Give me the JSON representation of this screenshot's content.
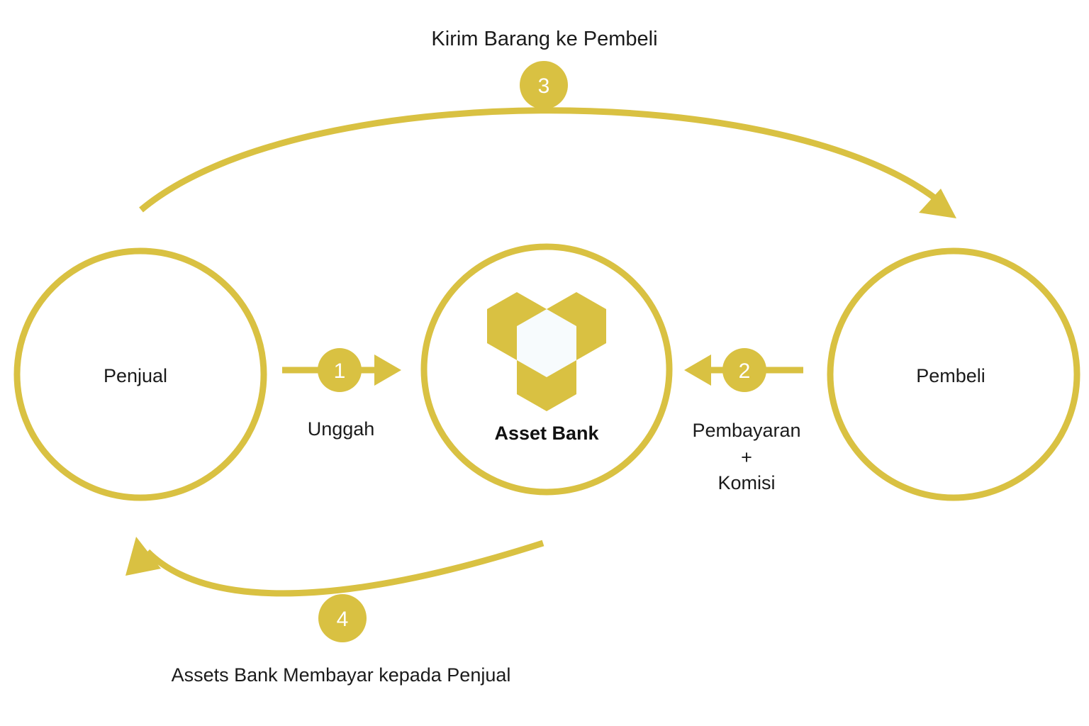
{
  "diagram": {
    "title": "Kirim Barang ke Pembeli",
    "bottom_caption": "Assets Bank Membayar kepada Penjual",
    "accent_color": "#D9C142",
    "text_color": "#1b1b1b",
    "badge_text_color": "#ffffff",
    "logo_inner_color": "#f7fbfd",
    "background": "#ffffff"
  },
  "nodes": [
    {
      "id": "penjual",
      "label": "Penjual",
      "role": "seller"
    },
    {
      "id": "asset-bank",
      "label": "Asset Bank",
      "role": "escrow",
      "logo": "hexagon-trefoil-logo"
    },
    {
      "id": "pembeli",
      "label": "Pembeli",
      "role": "buyer"
    }
  ],
  "steps": [
    {
      "number": "1",
      "label": "Unggah",
      "from": "penjual",
      "to": "asset-bank",
      "direction": "right"
    },
    {
      "number": "2",
      "label_lines": [
        "Pembayaran",
        "+",
        "Komisi"
      ],
      "from": "pembeli",
      "to": "asset-bank",
      "direction": "left"
    },
    {
      "number": "3",
      "label": "Kirim Barang ke Pembeli",
      "from": "penjual",
      "to": "pembeli",
      "direction": "right-arc-top"
    },
    {
      "number": "4",
      "label": "Assets Bank Membayar kepada Penjual",
      "from": "asset-bank",
      "to": "penjual",
      "direction": "left-arc-bottom"
    }
  ],
  "step_labels": {
    "step1": "Unggah",
    "step2_line1": "Pembayaran",
    "step2_line2": "+",
    "step2_line3": "Komisi",
    "step3": "Kirim Barang ke Pembeli",
    "step4": "Assets Bank Membayar kepada Penjual"
  },
  "badges": {
    "one": "1",
    "two": "2",
    "three": "3",
    "four": "4"
  }
}
